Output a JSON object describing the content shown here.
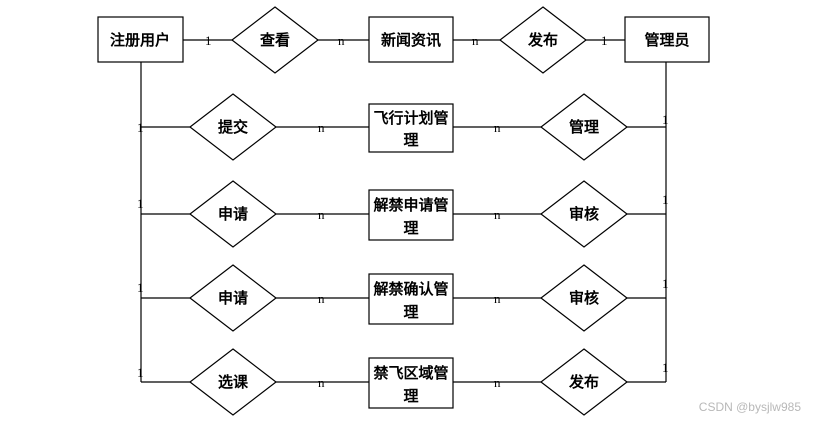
{
  "entities": {
    "user": "注册用户",
    "news": "新闻资讯",
    "admin": "管理员",
    "flight_plan": [
      "飞行计划管",
      "理"
    ],
    "unban_apply": [
      "解禁申请管",
      "理"
    ],
    "unban_confirm": [
      "解禁确认管",
      "理"
    ],
    "no_fly_zone": [
      "禁飞区域管",
      "理"
    ]
  },
  "relationships": {
    "view": "查看",
    "publish_news": "发布",
    "submit": "提交",
    "manage": "管理",
    "apply_unban": "申请",
    "review_unban": "审核",
    "apply_confirm": "申请",
    "review_confirm": "审核",
    "select_zone": "选课",
    "publish_zone": "发布"
  },
  "cardinalities": {
    "one": "1",
    "many": "n"
  },
  "watermark": "CSDN @bysjlw985"
}
